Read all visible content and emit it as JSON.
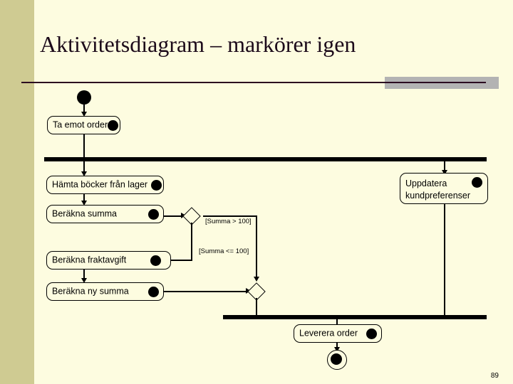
{
  "slide": {
    "title": "Aktivitetsdiagram – markörer igen",
    "page_number": "89",
    "background_color": "#fdfce0",
    "side_band_color": "#cfcb92",
    "rule_color": "#2b0620",
    "rule_block_color": "#b3b3b3"
  },
  "diagram": {
    "type": "uml-activity-diagram",
    "start_node": "initial-node",
    "final_node": "final-node",
    "activities": [
      {
        "id": "ta-emot-order",
        "label": "Ta emot order",
        "has_token": true
      },
      {
        "id": "hamta-bocker",
        "label": "Hämta böcker från lager",
        "has_token": true
      },
      {
        "id": "berakna-summa",
        "label": "Beräkna summa",
        "has_token": true
      },
      {
        "id": "berakna-fraktavgift",
        "label": "Beräkna fraktavgift",
        "has_token": true
      },
      {
        "id": "berakna-ny-summa",
        "label": "Beräkna ny summa",
        "has_token": true
      },
      {
        "id": "uppdatera-kundpreferenser",
        "label_line1": "Uppdatera",
        "label_line2": "kundpreferenser",
        "has_token": true
      },
      {
        "id": "leverera-order",
        "label": "Leverera order",
        "has_token": true
      }
    ],
    "guards": [
      {
        "id": "guard-over-100",
        "text": "[Summa > 100]"
      },
      {
        "id": "guard-under-100",
        "text": "[Summa <= 100]"
      }
    ],
    "bars": [
      {
        "id": "fork-bar",
        "role": "fork"
      },
      {
        "id": "join-bar",
        "role": "join"
      }
    ],
    "decisions": [
      {
        "id": "decision-summa",
        "role": "decision"
      },
      {
        "id": "merge-summa",
        "role": "merge"
      }
    ]
  }
}
